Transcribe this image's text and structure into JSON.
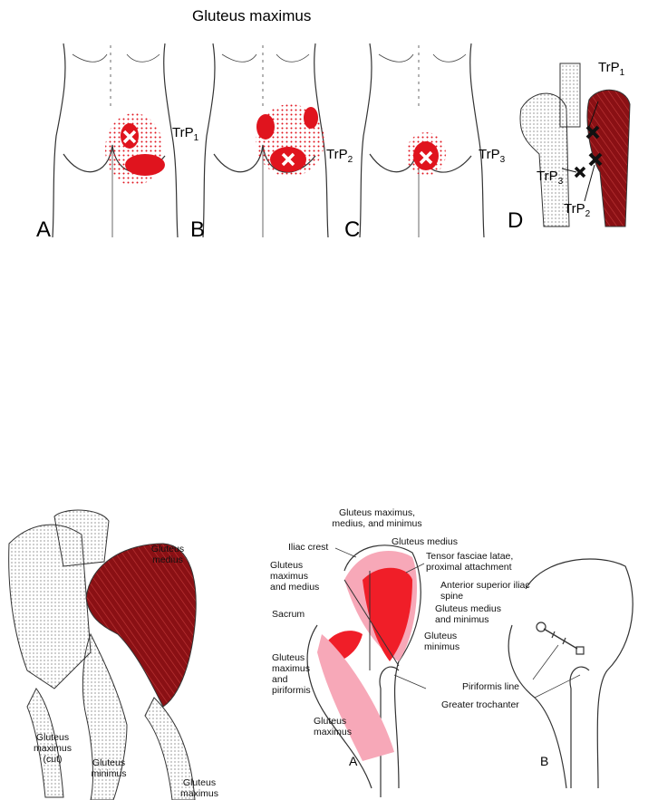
{
  "top_figure": {
    "title": "Gluteus maximus",
    "panels": [
      {
        "letter": "A",
        "trp_base": "TrP",
        "trp_sub": "1"
      },
      {
        "letter": "B",
        "trp_base": "TrP",
        "trp_sub": "2"
      },
      {
        "letter": "C",
        "trp_base": "TrP",
        "trp_sub": "3"
      },
      {
        "letter": "D",
        "trp_labels": [
          {
            "base": "TrP",
            "sub": "1"
          },
          {
            "base": "TrP",
            "sub": "3"
          },
          {
            "base": "TrP",
            "sub": "2"
          }
        ]
      }
    ]
  },
  "left_anatomy": {
    "labels": {
      "gluteus_medius": "Gluteus medius",
      "gluteus_maximus_cut": "Gluteus maximus (cut)",
      "gluteus_minimus": "Gluteus minimus",
      "gluteus_maximus": "Gluteus maximus"
    }
  },
  "right_diagram": {
    "panel_a_letter": "A",
    "panel_b_letter": "B",
    "labels": {
      "gmmm": "Gluteus maximus, medius, and minimus",
      "iliac_crest": "Iliac crest",
      "gluteus_medius": "Gluteus medius",
      "tensor": "Tensor fasciae latae, proximal attachment",
      "gmax_med": "Gluteus maximus and medius",
      "asis": "Anterior superior iliac spine",
      "sacrum": "Sacrum",
      "gmed_min": "Gluteus medius and minimus",
      "gmin": "Gluteus minimus",
      "gmax_pir": "Gluteus maximus and piriformis",
      "gmax": "Gluteus maximus",
      "greater_trochanter": "Greater trochanter",
      "piriformis_line": "Piriformis line"
    }
  },
  "colors": {
    "referral_red": "#e0141e",
    "muscle_dark_red": "#8a1014",
    "attachment_pink": "#f7a8b8",
    "attachment_red": "#f01e28"
  }
}
